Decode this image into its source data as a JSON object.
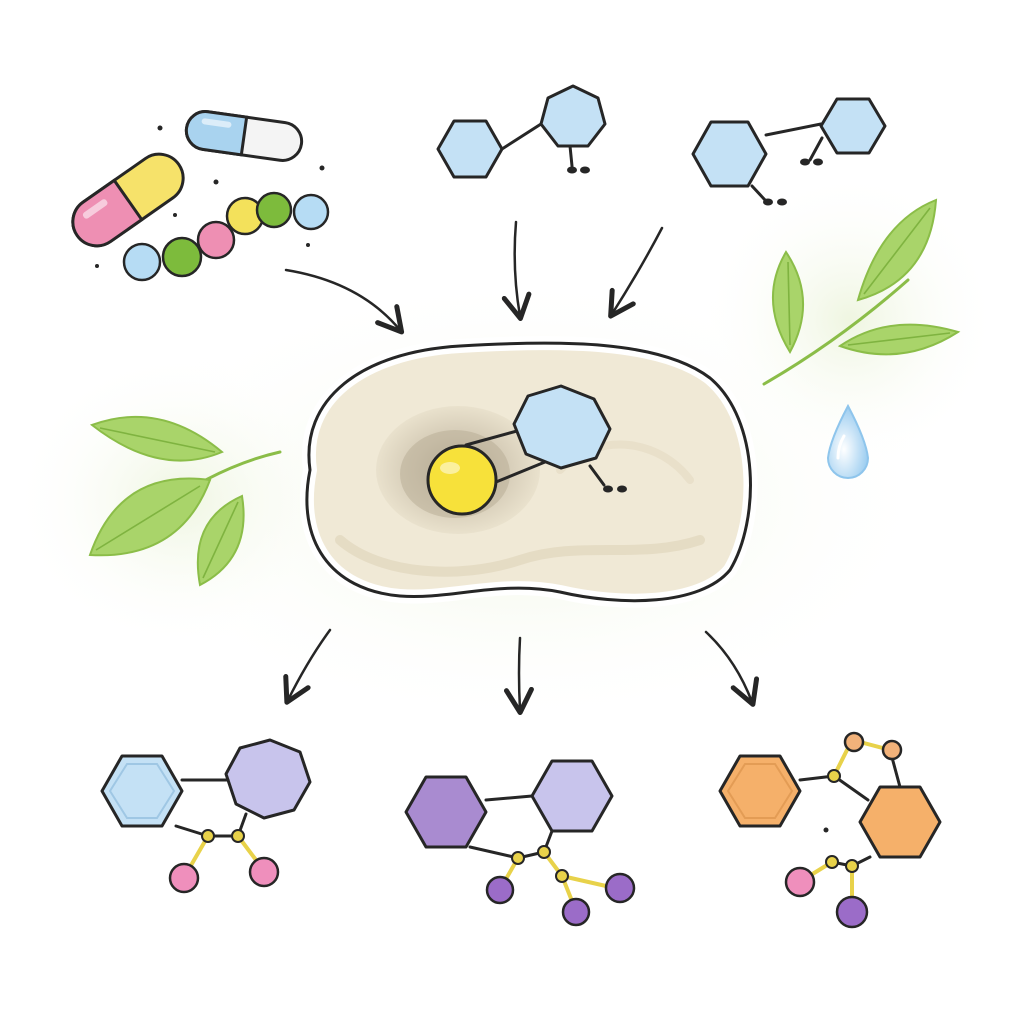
{
  "colors": {
    "outline": "#262626",
    "capsule_blue": "#a9d3ef",
    "capsule_white": "#f4f4f4",
    "capsule_yellow": "#f6e26a",
    "capsule_pink": "#ee8fb3",
    "bead_blue": "#b6dcf4",
    "bead_green": "#7dbb3c",
    "bead_pink": "#ee8fb3",
    "bead_yellow": "#f3e15b",
    "hex_blue": "#c4e1f5",
    "hex_lavender": "#c8c4ec",
    "hex_purple": "#a98bd0",
    "hex_orange": "#f5b06a",
    "node_gold": "#e8d24a",
    "node_pink": "#ef8fbc",
    "node_purple": "#9b6cc8",
    "node_orange": "#f2b27a",
    "cell_fill": "#f0e9d6",
    "cell_shadow": "#e2d8bf",
    "pocket_outer": "#d8cfbb",
    "pocket_inner": "#bdb29d",
    "ligand_yellow": "#f7e13a",
    "leaf_green": "#a9d46a",
    "leaf_vein": "#7fb340",
    "glow_green": "#eaf3d9",
    "droplet_blue": "#8ec5ec"
  },
  "diagram": {
    "inputs": [
      {
        "name": "pills-and-peptide",
        "icons": [
          "capsule-icon",
          "capsule-icon",
          "peptide-chain-icon"
        ]
      },
      {
        "name": "small-molecule-a",
        "icons": [
          "hexagon-ring-icon",
          "heptagon-ring-icon"
        ]
      },
      {
        "name": "small-molecule-b",
        "icons": [
          "hexagon-ring-icon",
          "hexagon-ring-icon"
        ]
      }
    ],
    "center": {
      "name": "enzyme-with-ligand",
      "icons": [
        "enzyme-icon",
        "ligand-icon"
      ]
    },
    "outputs": [
      {
        "name": "metabolite-a",
        "ring_colors": [
          "hex_blue",
          "hex_lavender"
        ],
        "node_color": "node_pink"
      },
      {
        "name": "metabolite-b",
        "ring_colors": [
          "hex_purple",
          "hex_lavender"
        ],
        "node_color": "node_purple"
      },
      {
        "name": "metabolite-c",
        "ring_colors": [
          "hex_orange",
          "hex_orange"
        ],
        "node_color": "node_orange"
      }
    ],
    "decorations": [
      "leaf-icon",
      "leaf-icon",
      "water-droplet-icon"
    ]
  }
}
